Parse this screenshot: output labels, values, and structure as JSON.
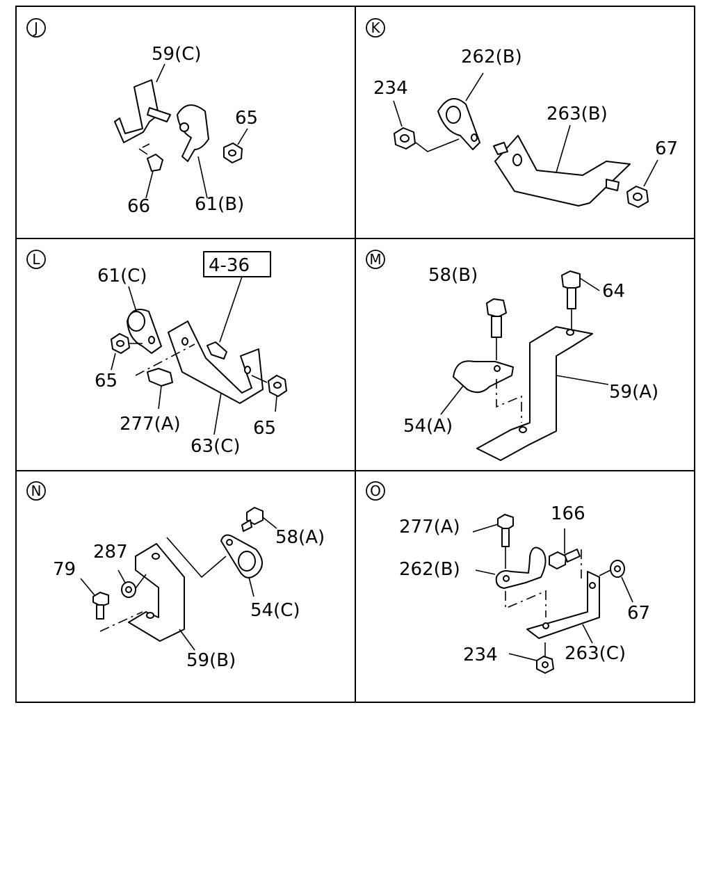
{
  "panels": {
    "J": {
      "id": "J",
      "labels": {
        "p59c": "59(C)",
        "p65": "65",
        "p66": "66",
        "p61b": "61(B)"
      }
    },
    "K": {
      "id": "K",
      "labels": {
        "p262b": "262(B)",
        "p234": "234",
        "p263b": "263(B)",
        "p67": "67"
      }
    },
    "L": {
      "id": "L",
      "labels": {
        "ref": "4-36",
        "p61c": "61(C)",
        "p65a": "65",
        "p277a": "277(A)",
        "p63c": "63(C)",
        "p65b": "65"
      }
    },
    "M": {
      "id": "M",
      "labels": {
        "p58b": "58(B)",
        "p64": "64",
        "p59a": "59(A)",
        "p54a": "54(A)"
      }
    },
    "N": {
      "id": "N",
      "labels": {
        "p287": "287",
        "p79": "79",
        "p58a": "58(A)",
        "p54c": "54(C)",
        "p59b": "59(B)"
      }
    },
    "O": {
      "id": "O",
      "labels": {
        "p277a": "277(A)",
        "p166": "166",
        "p262b": "262(B)",
        "p67": "67",
        "p234": "234",
        "p263c": "263(C)"
      }
    }
  }
}
